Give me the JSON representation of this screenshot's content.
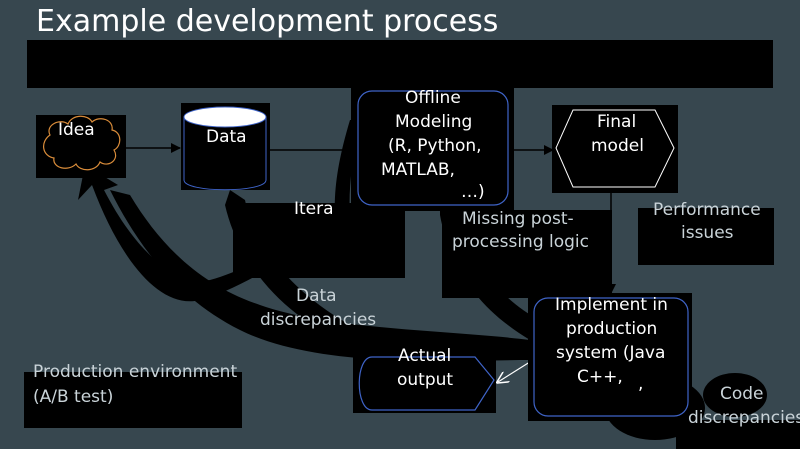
{
  "slide": {
    "title": "Example development process",
    "nodes": {
      "idea": "Idea",
      "data": "Data",
      "offline_l1": "Offline",
      "offline_l2": "Modeling",
      "offline_l3": "(R, Python,",
      "offline_l4": "MATLAB,",
      "offline_l5": "…)",
      "final_l1": "Final",
      "final_l2": "model",
      "implement_l1": "Implement in",
      "implement_l2": "production",
      "implement_l3": "system (Java",
      "implement_l4": "C++,",
      "implement_l5": ",",
      "actual_l1": "Actual",
      "actual_l2": "output"
    },
    "annotations": {
      "itera": "Itera",
      "missing_l1": "Missing post-",
      "missing_l2": "processing logic",
      "performance_l1": "Performance",
      "performance_l2": "issues",
      "data_disc_l1": "Data",
      "data_disc_l2": "discrepancies",
      "prod_env_l1": "Production environment",
      "prod_env_l2": "(A/B test)",
      "code_disc_l1": "Code",
      "code_disc_l2": "discrepancies"
    },
    "colors": {
      "background": "#37474f",
      "box_fill": "#000000",
      "outline_blue": "#3f64c8",
      "text": "#ffffff",
      "idea_cloud": "#d98c3a"
    }
  }
}
